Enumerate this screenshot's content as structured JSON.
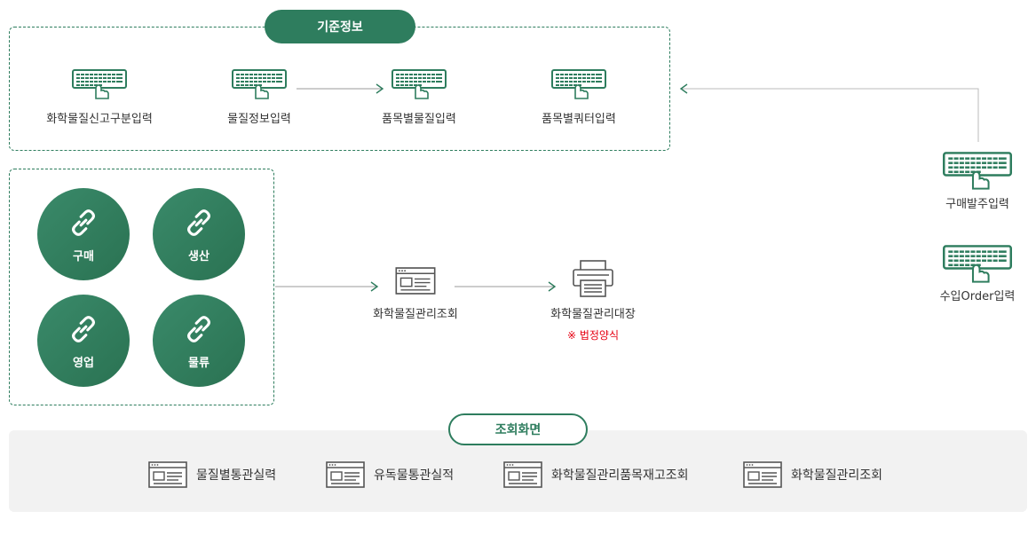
{
  "master_info": {
    "title": "기준정보",
    "items": [
      {
        "label": "화학물질신고구분입력",
        "icon": "keyboard-icon"
      },
      {
        "label": "물질정보입력",
        "icon": "keyboard-icon"
      },
      {
        "label": "품목별물질입력",
        "icon": "keyboard-icon"
      },
      {
        "label": "품목별쿼터입력",
        "icon": "keyboard-icon"
      }
    ]
  },
  "right_inputs": [
    {
      "label": "구매발주입력",
      "icon": "keyboard-icon"
    },
    {
      "label": "수입Order입력",
      "icon": "keyboard-icon"
    }
  ],
  "modules": [
    {
      "label": "구매",
      "icon": "link-icon"
    },
    {
      "label": "생산",
      "icon": "link-icon"
    },
    {
      "label": "영업",
      "icon": "link-icon"
    },
    {
      "label": "물류",
      "icon": "link-icon"
    }
  ],
  "flow": {
    "inquiry_label": "화학물질관리조회",
    "ledger_label": "화학물질관리대장",
    "ledger_note": "※ 법정양식"
  },
  "inquiry_screens": {
    "title": "조회화면",
    "items": [
      {
        "label": "물질별통관실력",
        "icon": "screen-icon"
      },
      {
        "label": "유독물통관실적",
        "icon": "screen-icon"
      },
      {
        "label": "화학물질관리품목재고조회",
        "icon": "screen-icon"
      },
      {
        "label": "화학물질관리조회",
        "icon": "screen-icon"
      }
    ]
  },
  "colors": {
    "accent": "#2e7d5e",
    "note": "#e60012",
    "panel": "#f2f2f2"
  }
}
